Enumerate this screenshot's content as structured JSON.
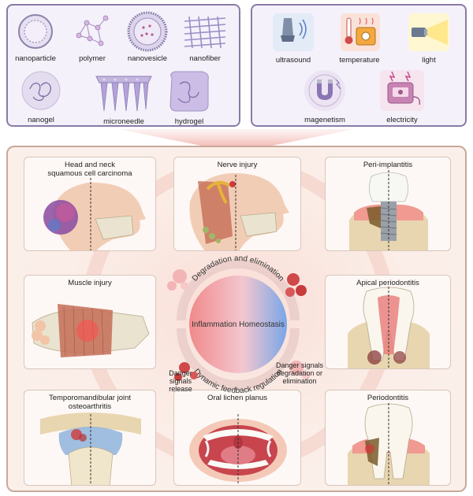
{
  "materials": [
    {
      "label": "nanoparticle",
      "icon": "nanoparticle-icon"
    },
    {
      "label": "polymer",
      "icon": "polymer-icon"
    },
    {
      "label": "nanovesicle",
      "icon": "nanovesicle-icon"
    },
    {
      "label": "nanofiber",
      "icon": "nanofiber-icon"
    },
    {
      "label": "nanogel",
      "icon": "nanogel-icon"
    },
    {
      "label": "microneedle",
      "icon": "microneedle-icon"
    },
    {
      "label": "hydrogel",
      "icon": "hydrogel-icon"
    }
  ],
  "stimuli": [
    {
      "label": "ultrasound",
      "icon": "ultrasound-icon"
    },
    {
      "label": "temperature",
      "icon": "temperature-icon"
    },
    {
      "label": "light",
      "icon": "light-icon"
    },
    {
      "label": "magenetism",
      "icon": "magnet-icon"
    },
    {
      "label": "electricity",
      "icon": "electricity-icon"
    }
  ],
  "diseases": {
    "hnscc_line1": "Head and neck",
    "hnscc_line2": "squamous cell carcinoma",
    "nerve": "Nerve injury",
    "peri": "Peri-implantitis",
    "muscle": "Muscle injury",
    "apical": "Apical periodontitis",
    "tmj_line1": "Temporomandibular joint",
    "tmj_line2": "osteoarthritis",
    "olp": "Oral lichen planus",
    "perio": "Periodontitis"
  },
  "center": {
    "title": "Inflammation Homeostasis",
    "arc_top": "Degradation and elimination",
    "arc_bottom": "Dynamic feedback regulation",
    "left_line1": "Danger",
    "left_line2": "signals",
    "left_line3": "release",
    "right_line1": "Danger signals",
    "right_line2": "degradation or",
    "right_line3": "elimination"
  },
  "colors": {
    "panel_border": "#8a7aa6",
    "main_border": "#c8a99c",
    "gradient_left": "#f08a8a",
    "gradient_right": "#7aa6e8"
  }
}
